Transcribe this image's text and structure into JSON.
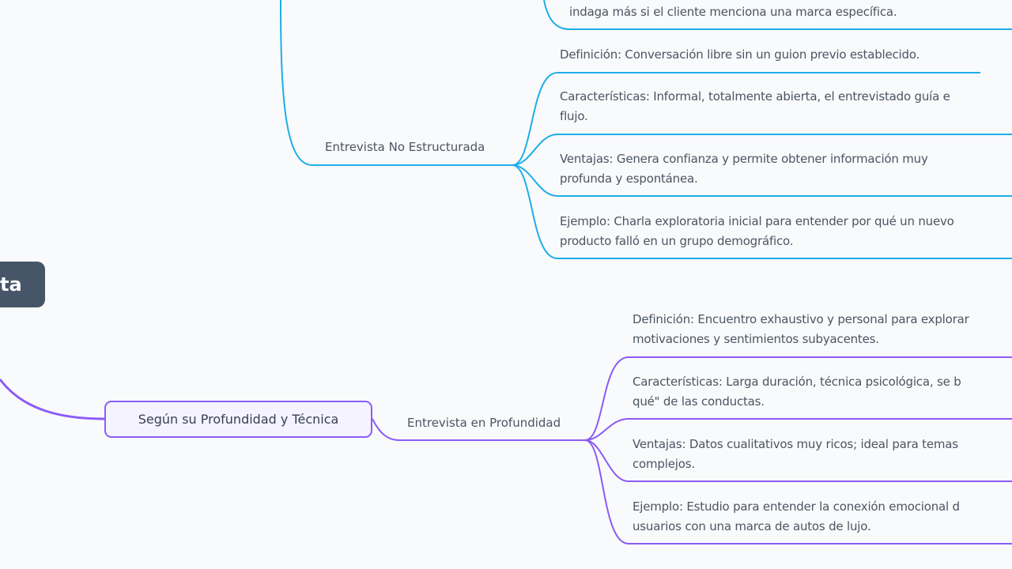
{
  "colors": {
    "blue": "#1eaee8",
    "purple": "#8b5cf6",
    "root": "#475569"
  },
  "root": {
    "label": "ta"
  },
  "no_estructurada": {
    "prev_leaf_tail": "indaga más si el cliente menciona una marca específica.",
    "label": "Entrevista No Estructurada",
    "leaves": [
      [
        "Definición: Conversación libre sin un guion previo establecido."
      ],
      [
        "Características: Informal, totalmente abierta, el entrevistado guía e",
        "flujo."
      ],
      [
        "Ventajas: Genera confianza y permite obtener información muy",
        "profunda y espontánea."
      ],
      [
        "Ejemplo: Charla exploratoria inicial para entender por qué un nuevo",
        "producto falló en un grupo demográfico."
      ]
    ]
  },
  "profundidad_tecnica": {
    "label": "Según su Profundidad y Técnica",
    "child": {
      "label": "Entrevista en Profundidad",
      "leaves": [
        [
          "Definición: Encuentro exhaustivo y personal para explorar",
          "motivaciones y sentimientos subyacentes."
        ],
        [
          "Características: Larga duración, técnica psicológica, se b",
          "qué\" de las conductas."
        ],
        [
          "Ventajas: Datos cualitativos muy ricos; ideal para temas",
          "complejos."
        ],
        [
          "Ejemplo: Estudio para entender la conexión emocional d",
          "usuarios con una marca de autos de lujo."
        ]
      ]
    }
  }
}
